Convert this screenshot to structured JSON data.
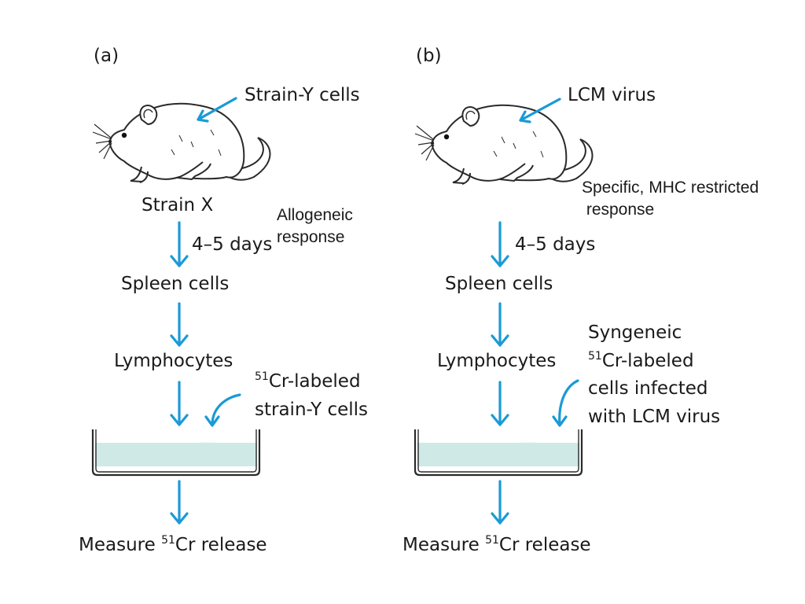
{
  "colors": {
    "arrow": "#1a9ad6",
    "liquid": "#cfe9e7",
    "outline": "#2a2a2a"
  },
  "panel_a": {
    "label": "(a)",
    "injection": "Strain-Y cells",
    "mouse_strain": "Strain X",
    "note": "Allogeneic\nresponse",
    "incubation": "4–5 days",
    "step_spleen": "Spleen cells",
    "step_lymph": "Lymphocytes",
    "target_sup": "51",
    "target_rest": "Cr-labeled\nstrain-Y cells",
    "measure_pre": "Measure ",
    "measure_sup": "51",
    "measure_post": "Cr release"
  },
  "panel_b": {
    "label": "(b)",
    "injection": "LCM virus",
    "note": "Specific, MHC restricted\n response",
    "incubation": "4–5 days",
    "step_spleen": "Spleen cells",
    "step_lymph": "Lymphocytes",
    "target_line1": "Syngeneic",
    "target_sup": "51",
    "target_rest": "Cr-labeled\ncells infected\nwith LCM virus",
    "measure_pre": "Measure ",
    "measure_sup": "51",
    "measure_post": "Cr release"
  }
}
